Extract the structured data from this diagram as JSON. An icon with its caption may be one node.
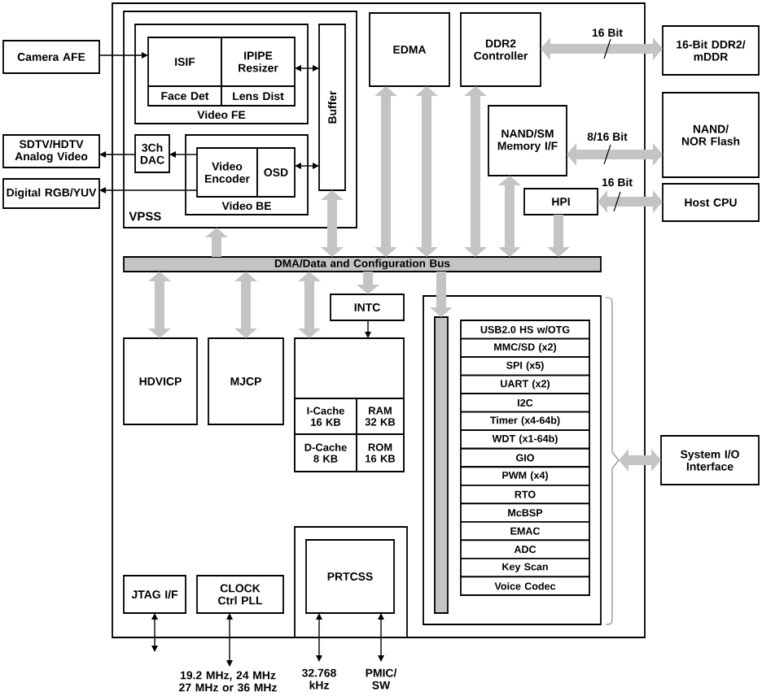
{
  "diagram": {
    "nodes": [
      {
        "text": [],
        "shape": "box"
      },
      {
        "text": [
          "VPSS"
        ],
        "in": 0
      },
      {
        "text": [
          "Video FE"
        ],
        "in": 1
      },
      {
        "text": [
          "ISIF"
        ],
        "in": 2
      },
      {
        "text": [
          "IPIPE Resizer"
        ],
        "in": 2
      },
      {
        "text": [
          "Face Det"
        ],
        "in": 2
      },
      {
        "text": [
          "Lens Dist"
        ],
        "in": 2
      },
      {
        "text": [
          "Buffer"
        ],
        "in": 1
      },
      {
        "text": [
          "3Ch DAC"
        ],
        "in": 1
      },
      {
        "text": [
          "Video BE"
        ],
        "in": 1
      },
      {
        "text": [
          "Video Encoder"
        ],
        "in": 9
      },
      {
        "text": [
          "OSD"
        ],
        "in": 9
      },
      {
        "text": [
          "EDMA"
        ],
        "in": 0
      },
      {
        "text": [
          "DDR2 Controller"
        ],
        "in": 0
      },
      {
        "text": [
          "NAND/SM Memory I/F"
        ],
        "in": 0
      },
      {
        "text": [
          "HPI"
        ],
        "in": 0
      },
      {
        "text": [
          "DMA/Data and Configuration Bus"
        ],
        "in": 0
      },
      {
        "text": [
          "INTC"
        ],
        "in": 0
      },
      {
        "text": [
          "HDVICP"
        ],
        "in": 0
      },
      {
        "text": [
          "MJCP"
        ],
        "in": 0
      },
      {
        "text": [],
        "shape": "box",
        "in": 0
      },
      {
        "text": [
          "I-Cache 16 KB"
        ],
        "in": 20
      },
      {
        "text": [
          "RAM 32 KB"
        ],
        "in": 20
      },
      {
        "text": [
          "D-Cache 8 KB"
        ],
        "in": 20
      },
      {
        "text": [
          "ROM 16 KB"
        ],
        "in": 20
      },
      {
        "text": [],
        "shape": "box",
        "in": 0
      },
      {
        "text": [],
        "shape": "bar",
        "in": 25
      },
      {
        "text": [
          "USB2.0 HS w/OTG"
        ],
        "in": 25
      },
      {
        "text": [
          "MMC/SD (x2)"
        ],
        "in": 25
      },
      {
        "text": [
          "SPI (x5)"
        ],
        "in": 25
      },
      {
        "text": [
          "UART (x2)"
        ],
        "in": 25
      },
      {
        "text": [
          "I2C"
        ],
        "in": 25
      },
      {
        "text": [
          "Timer (x4-64b)"
        ],
        "in": 25
      },
      {
        "text": [
          "WDT (x1-64b)"
        ],
        "in": 25
      },
      {
        "text": [
          "GIO"
        ],
        "in": 25
      },
      {
        "text": [
          "PWM (x4)"
        ],
        "in": 25
      },
      {
        "text": [
          "RTO"
        ],
        "in": 25
      },
      {
        "text": [
          "McBSP"
        ],
        "in": 25
      },
      {
        "text": [
          "EMAC"
        ],
        "in": 25
      },
      {
        "text": [
          "ADC"
        ],
        "in": 25
      },
      {
        "text": [
          "Key Scan"
        ],
        "in": 25
      },
      {
        "text": [
          "Voice Codec"
        ],
        "in": 25
      },
      {
        "text": [],
        "shape": "box",
        "in": 0
      },
      {
        "text": [
          "PRTCSS"
        ],
        "in": 42
      },
      {
        "text": [
          "JTAG I/F"
        ],
        "in": 0
      },
      {
        "text": [
          "CLOCK Ctrl PLL"
        ],
        "in": 0
      },
      {
        "text": [
          "Camera AFE"
        ]
      },
      {
        "text": [
          "SDTV/HDTV Analog Video"
        ]
      },
      {
        "text": [
          "Digital RGB/YUV"
        ]
      },
      {
        "text": [
          "16-Bit DDR2/ mDDR"
        ]
      },
      {
        "text": [
          "NAND/ NOR Flash"
        ]
      },
      {
        "text": [
          "Host CPU"
        ]
      },
      {
        "text": [
          "System I/O Interface"
        ]
      },
      {
        "text": [
          "19.2 MHz, 24 MHz 27 MHz or 36 MHz"
        ]
      },
      {
        "text": [
          "32.768 kHz"
        ]
      },
      {
        "text": [
          "PMIC/ SW"
        ]
      }
    ],
    "edges": [
      {
        "from": 46,
        "to": 3,
        "arrow": "to",
        "color": "#000000"
      },
      {
        "from": 4,
        "to": 7,
        "arrow": "both",
        "color": "#000000"
      },
      {
        "from": 11,
        "to": 7,
        "arrow": "both",
        "color": "#000000"
      },
      {
        "from": 10,
        "to": 8,
        "arrow": "to",
        "color": "#000000"
      },
      {
        "from": 8,
        "to": 47,
        "arrow": "to",
        "color": "#000000"
      },
      {
        "from": 10,
        "to": 48,
        "arrow": "to",
        "color": "#000000"
      },
      {
        "from": 7,
        "to": 16,
        "arrow": "both"
      },
      {
        "from": 16,
        "to": 1,
        "arrow": "to"
      },
      {
        "from": 12,
        "to": 16,
        "arrow": "both"
      },
      {
        "from": 12,
        "to": 16,
        "arrow": "both"
      },
      {
        "from": 13,
        "to": 16,
        "arrow": "both"
      },
      {
        "from": 14,
        "to": 16,
        "arrow": "both"
      },
      {
        "from": 15,
        "to": 16,
        "arrow": "to"
      },
      {
        "from": 13,
        "to": 49,
        "arrow": "both",
        "label": "16 Bit"
      },
      {
        "from": 14,
        "to": 50,
        "arrow": "both",
        "label": "8/16 Bit"
      },
      {
        "from": 15,
        "to": 51,
        "arrow": "both",
        "label": "16 Bit"
      },
      {
        "from": 16,
        "to": 18,
        "arrow": "both"
      },
      {
        "from": 16,
        "to": 19,
        "arrow": "both"
      },
      {
        "from": 16,
        "to": 20,
        "arrow": "both"
      },
      {
        "from": 16,
        "to": 17,
        "arrow": "to"
      },
      {
        "from": 17,
        "to": 20,
        "arrow": "to",
        "color": "#000000"
      },
      {
        "from": 16,
        "to": 26,
        "arrow": "to"
      },
      {
        "from": 25,
        "to": 52,
        "arrow": "both"
      },
      {
        "from": 44,
        "to": null,
        "arrow": "both",
        "color": "#000000"
      },
      {
        "from": 45,
        "to": 53,
        "arrow": "both",
        "color": "#000000"
      },
      {
        "from": 43,
        "to": 54,
        "arrow": "both",
        "color": "#000000"
      },
      {
        "from": 43,
        "to": 55,
        "arrow": "both",
        "color": "#000000"
      }
    ]
  }
}
